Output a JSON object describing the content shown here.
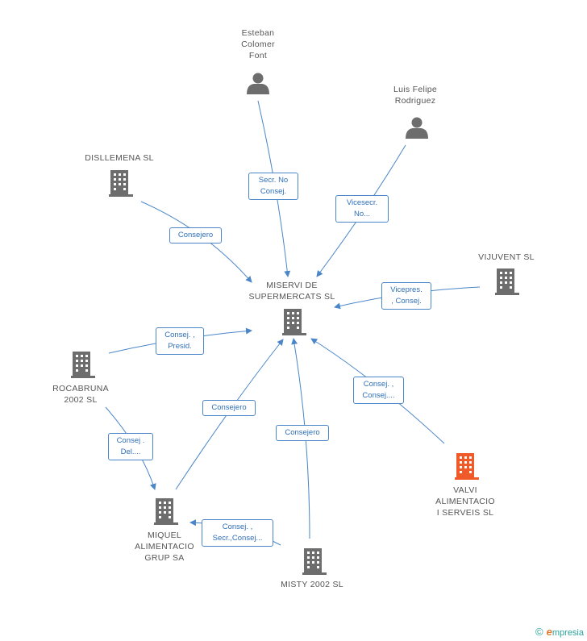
{
  "nodes": {
    "center": {
      "label": "MISERVI DE\nSUPERMERCATS SL",
      "type": "company"
    },
    "esteban": {
      "label": "Esteban\nColomer\nFont",
      "type": "person"
    },
    "luis": {
      "label": "Luis Felipe\nRodriguez",
      "type": "person"
    },
    "disllemena": {
      "label": "DISLLEMENA SL",
      "type": "company"
    },
    "vijuvent": {
      "label": "VIJUVENT SL",
      "type": "company"
    },
    "rocabruna": {
      "label": "ROCABRUNA\n2002 SL",
      "type": "company"
    },
    "valvi": {
      "label": "VALVI\nALIMENTACIO\nI SERVEIS SL",
      "type": "company",
      "highlight": true
    },
    "miquel": {
      "label": "MIQUEL\nALIMENTACIO\nGRUP SA",
      "type": "company"
    },
    "misty": {
      "label": "MISTY 2002 SL",
      "type": "company"
    }
  },
  "edges": {
    "esteban": "Secr.  No\nConsej.",
    "luis": "Vicesecr.\nNo...",
    "disllemena": "Consejero",
    "vijuvent": "Vicepres.\n, Consej.",
    "rocabruna": "Consej. ,\nPresid.",
    "valvi": "Consej. ,\nConsej....",
    "miquel": "Consejero",
    "misty": "Consejero",
    "rocabruna_miquel": "Consej .\nDel....",
    "misty_miquel": "Consej. ,\nSecr.,Consej..."
  },
  "colors": {
    "edge": "#4a86c8",
    "icon": "#6d6d6d",
    "highlight": "#f05a28"
  },
  "footer": {
    "copyright": "©",
    "brand_e": "e",
    "brand_rest": "mpresia"
  }
}
